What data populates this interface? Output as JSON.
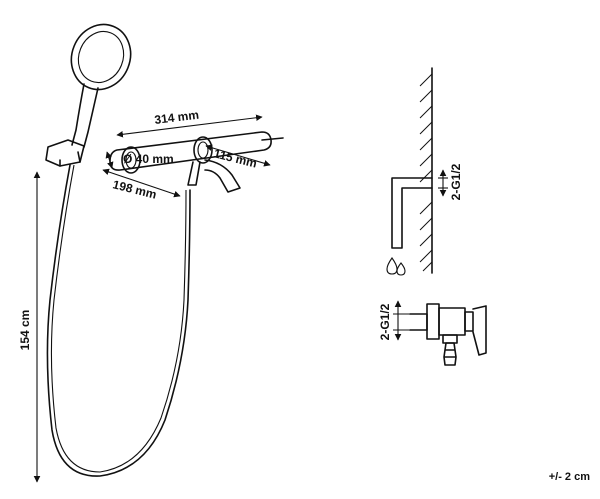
{
  "dimensions": {
    "bar_length": "314 mm",
    "bar_diameter": "Ø 40 mm",
    "spout_length": "115 mm",
    "wall_offset": "198 mm",
    "hose_length": "154 cm",
    "thread_side": "2-G1/2",
    "thread_bottom": "2-G1/2",
    "tolerance": "+/- 2 cm"
  },
  "icons": [
    "hand-shower-icon",
    "water-drop-icon"
  ]
}
